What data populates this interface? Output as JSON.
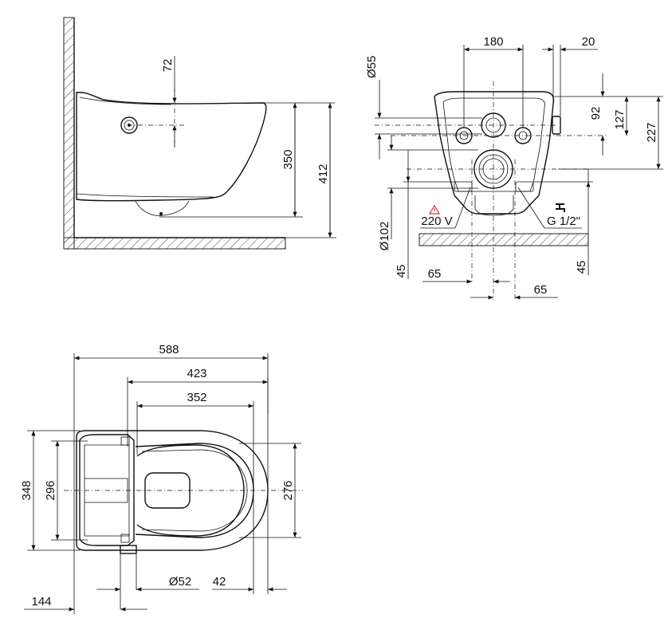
{
  "side_view": {
    "dim_72": "72",
    "dim_350": "350",
    "dim_412": "412"
  },
  "front_view": {
    "dim_180": "180",
    "dim_20": "20",
    "dim_d55": "Ø55",
    "dim_92": "92",
    "dim_127": "127",
    "dim_227": "227",
    "dim_d102": "Ø102",
    "dim_45_left": "45",
    "dim_45_right": "45",
    "dim_65_left": "65",
    "dim_65_right": "65",
    "label_power": "220 V",
    "label_water": "G 1/2\""
  },
  "top_view": {
    "dim_588": "588",
    "dim_423": "423",
    "dim_352": "352",
    "dim_348": "348",
    "dim_296": "296",
    "dim_276": "276",
    "dim_d52": "Ø52",
    "dim_42": "42",
    "dim_144": "144"
  },
  "colors": {
    "line": "#111111",
    "warning": "#d9342b",
    "hatch": "#444444"
  }
}
